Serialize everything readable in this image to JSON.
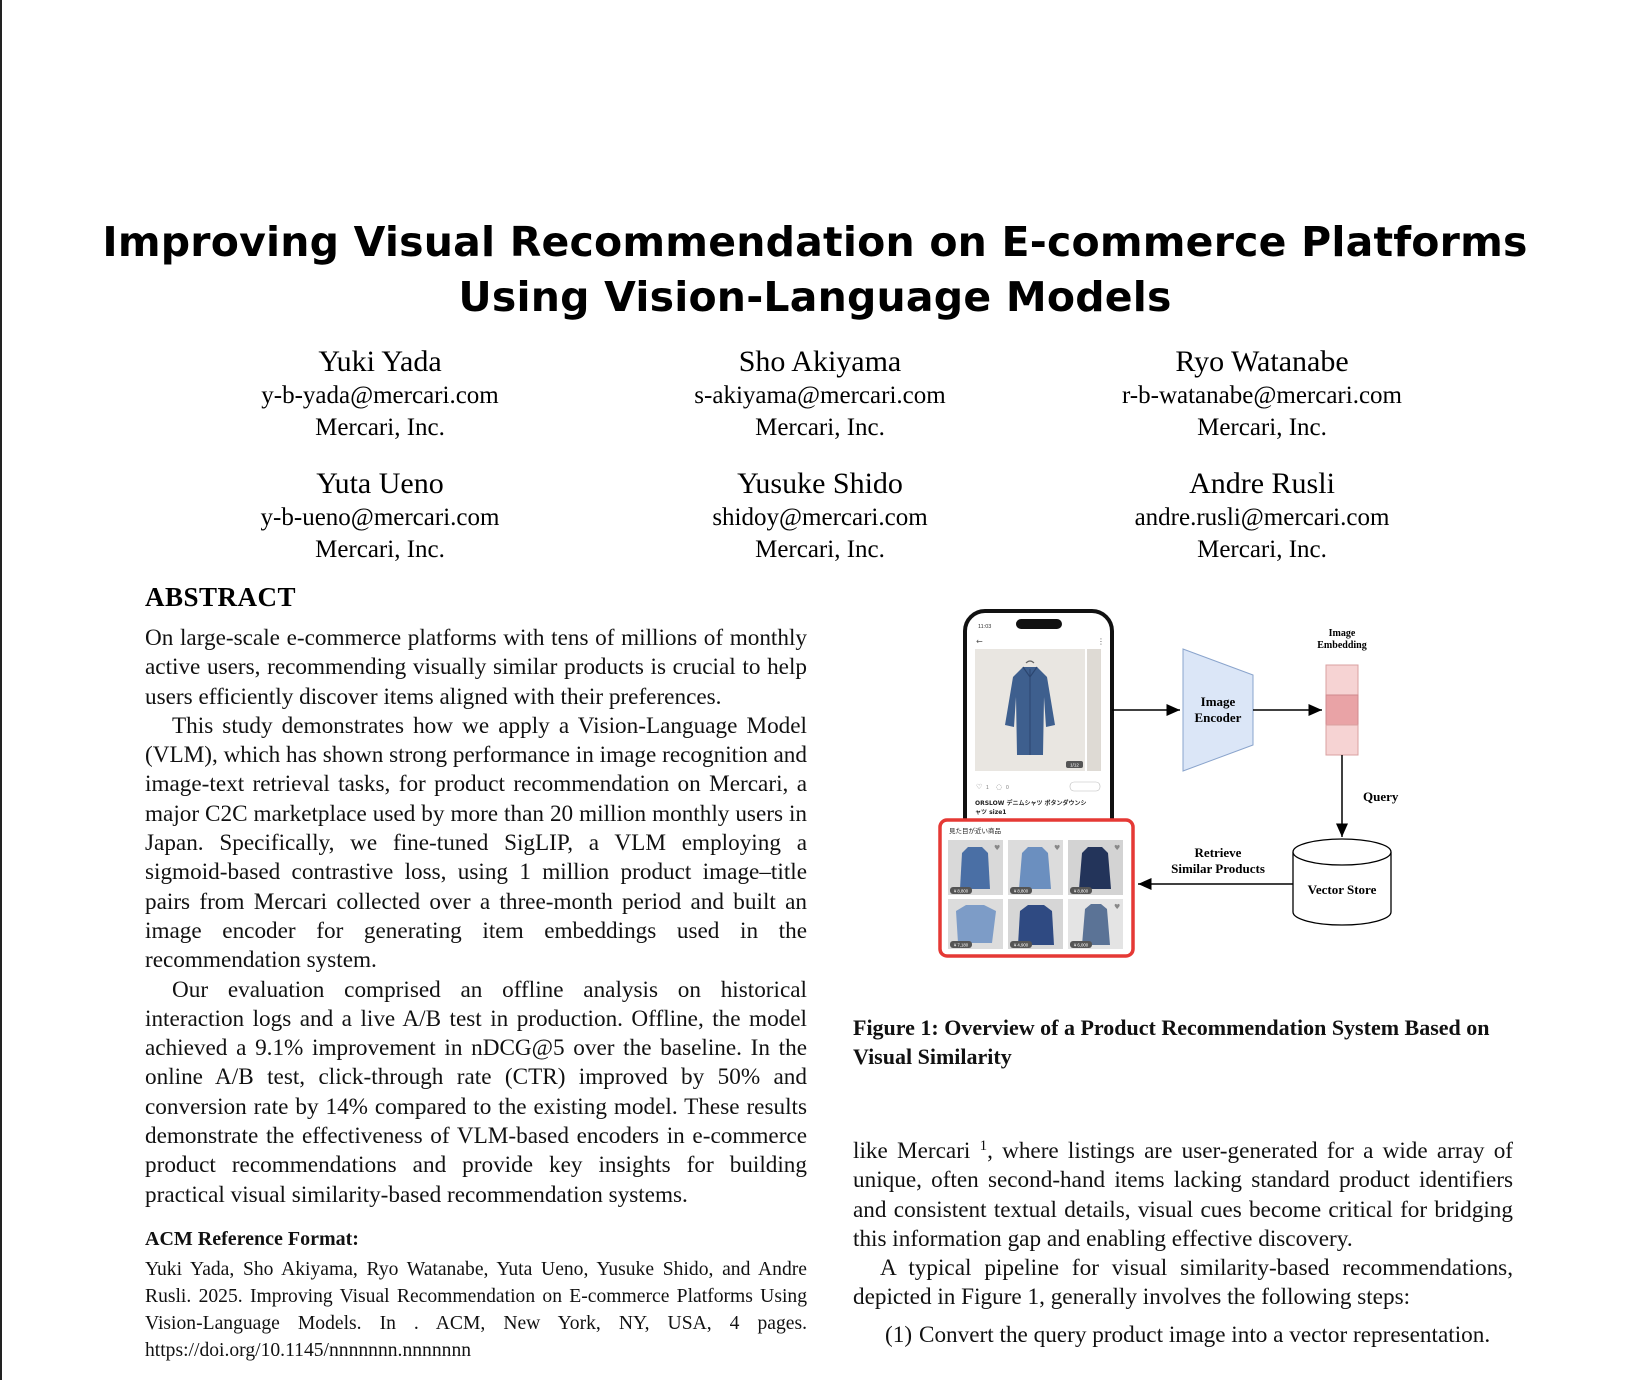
{
  "paper": {
    "title_line1": "Improving Visual Recommendation on E-commerce Platforms",
    "title_line2": "Using Vision-Language Models",
    "authors": [
      {
        "name": "Yuki Yada",
        "email": "y-b-yada@mercari.com",
        "affiliation": "Mercari, Inc."
      },
      {
        "name": "Sho Akiyama",
        "email": "s-akiyama@mercari.com",
        "affiliation": "Mercari, Inc."
      },
      {
        "name": "Ryo Watanabe",
        "email": "r-b-watanabe@mercari.com",
        "affiliation": "Mercari, Inc."
      },
      {
        "name": "Yuta Ueno",
        "email": "y-b-ueno@mercari.com",
        "affiliation": "Mercari, Inc."
      },
      {
        "name": "Yusuke Shido",
        "email": "shidoy@mercari.com",
        "affiliation": "Mercari, Inc."
      },
      {
        "name": "Andre Rusli",
        "email": "andre.rusli@mercari.com",
        "affiliation": "Mercari, Inc."
      }
    ]
  },
  "abstract": {
    "heading": "ABSTRACT",
    "p1": "On large-scale e-commerce platforms with tens of millions of monthly active users, recommending visually similar products is crucial to help users efficiently discover items aligned with their preferences.",
    "p2": "This study demonstrates how we apply a Vision-Language Model (VLM), which has shown strong performance in image recognition and image-text retrieval tasks, for product recommendation on Mercari, a major C2C marketplace used by more than 20 million monthly users in Japan. Specifically, we fine-tuned SigLIP, a VLM employing a sigmoid-based contrastive loss, using 1 million product image–title pairs from Mercari collected over a three-month period and built an image encoder for generating item embeddings used in the recommendation system.",
    "p3": "Our evaluation comprised an offline analysis on historical interaction logs and a live A/B test in production. Offline, the model achieved a 9.1% improvement in nDCG@5 over the baseline. In the online A/B test, click-through rate (CTR) improved by 50% and conversion rate by 14% compared to the existing model. These results demonstrate the effectiveness of VLM-based encoders in e-commerce product recommendations and provide key insights for building practical visual similarity-based recommendation systems."
  },
  "acm": {
    "heading": "ACM Reference Format:",
    "text": "Yuki Yada, Sho Akiyama, Ryo Watanabe, Yuta Ueno, Yusuke Shido, and Andre Rusli. 2025. Improving Visual Recommendation on E-commerce Platforms Using Vision-Language Models. In . ACM, New York, NY, USA, 4 pages.",
    "doi": "https://doi.org/10.1145/nnnnnnn.nnnnnnn"
  },
  "figure": {
    "encoder_line1": "Image",
    "encoder_line2": "Encoder",
    "embedding_line1": "Image",
    "embedding_line2": "Embedding",
    "query": "Query",
    "vector_store": "Vector Store",
    "retrieve_line1": "Retrieve",
    "retrieve_line2": "Similar Products",
    "phone_time": "11:03",
    "phone_title_line1": "ORSLOW デニムシャツ ボタンダウンシ",
    "phone_title_line2": "ャツ size1",
    "similar_heading": "見た目が近い商品",
    "prices": [
      "¥ 8,800",
      "¥ 8,800",
      "¥ 8,800",
      "¥ 7,180",
      "¥ 4,900",
      "¥ 6,000"
    ],
    "photo_counter": "1/12",
    "likes": "1",
    "comments": "0",
    "caption": "Figure 1: Overview of a Product Recommendation System Based on Visual Similarity",
    "colors": {
      "encoder_fill": "#dbe6f7",
      "embedding_fill": "#f6d3d3",
      "embedding_mid": "#e9a3a6",
      "highlight_border": "#e53935",
      "denim": "#3e5f8e"
    }
  },
  "body": {
    "p1_before": "like Mercari",
    "footnote_mark": "1",
    "p1_after": ", where listings are user-generated for a wide array of unique, often second-hand items lacking standard product identifiers and consistent textual details, visual cues become critical for bridging this information gap and enabling effective discovery.",
    "p2": "A typical pipeline for visual similarity-based recommendations, depicted in Figure 1, generally involves the following steps:",
    "step1_num": "(1)",
    "step1": "Convert the query product image into a vector representation."
  }
}
